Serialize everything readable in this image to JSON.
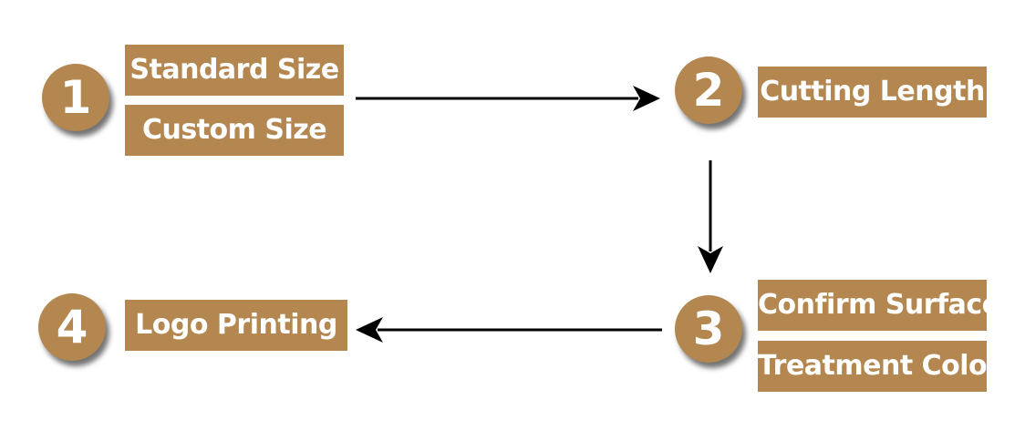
{
  "colors": {
    "accent": "#b3874f",
    "text": "#ffffff",
    "arrow": "#000000"
  },
  "steps": [
    {
      "number": "1",
      "labels": [
        "Standard Size",
        "Custom Size"
      ]
    },
    {
      "number": "2",
      "labels": [
        "Cutting Length"
      ]
    },
    {
      "number": "3",
      "labels": [
        "Confirm Surface",
        "Treatment Color"
      ]
    },
    {
      "number": "4",
      "labels": [
        "Logo Printing"
      ]
    }
  ]
}
